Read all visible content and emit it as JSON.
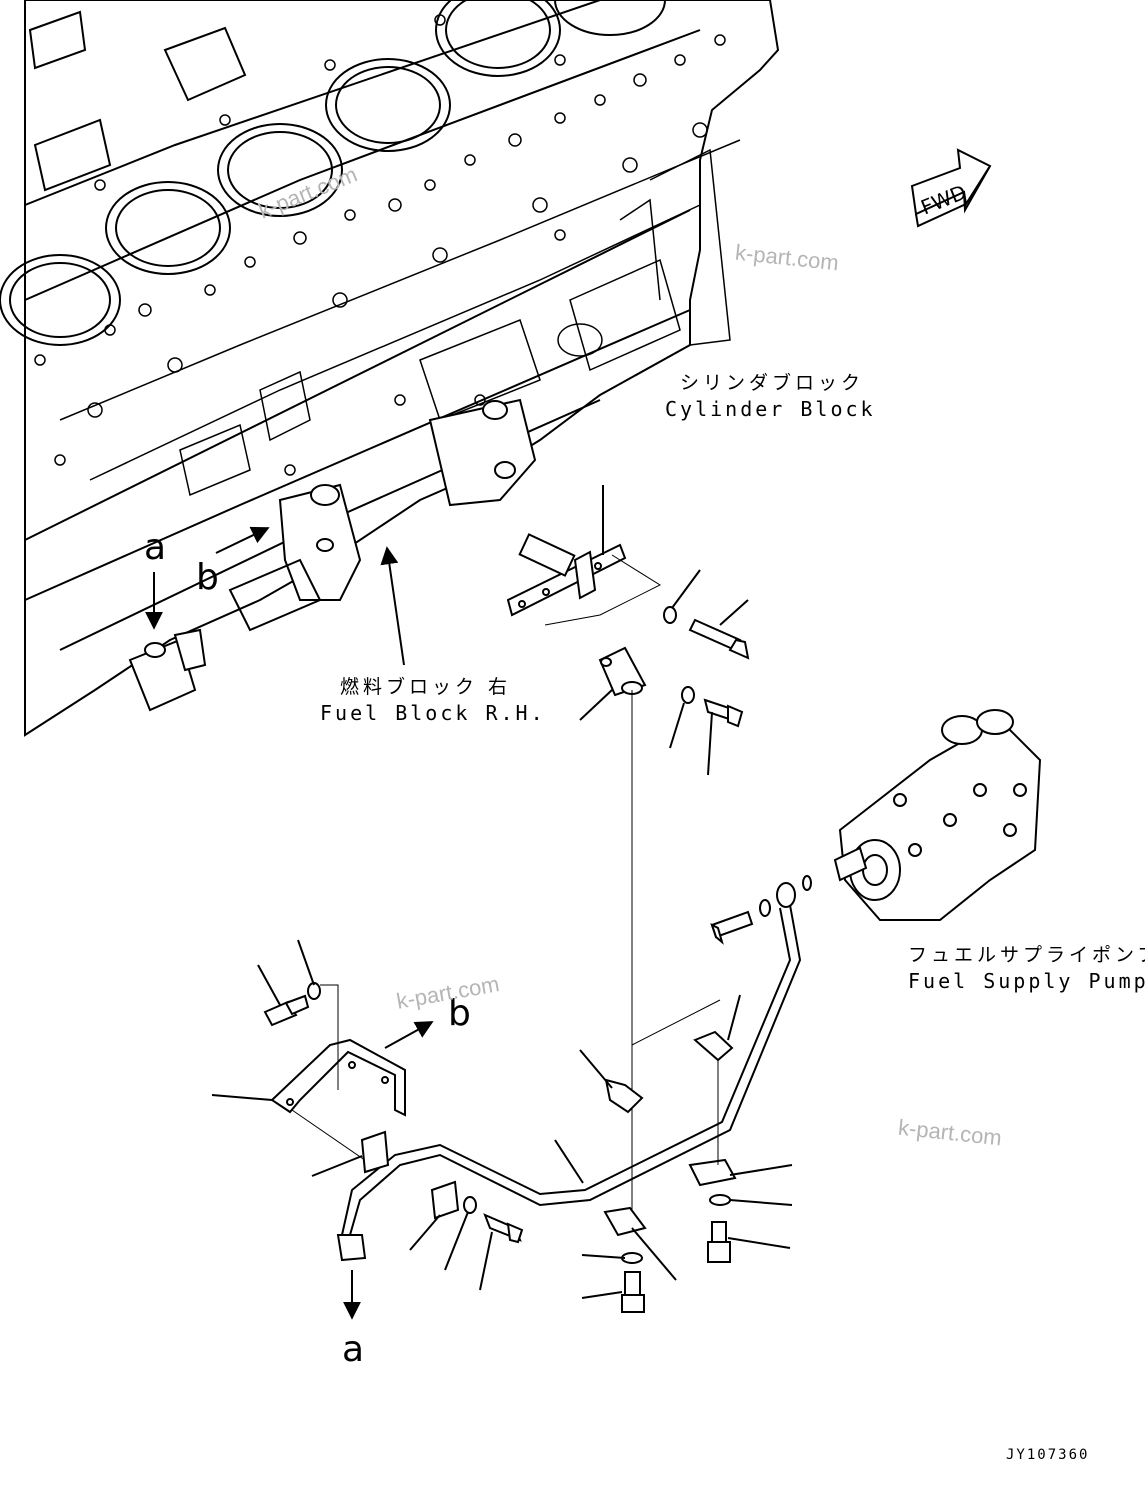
{
  "labels": {
    "cylinder_block_jp": "シリンダブロック",
    "cylinder_block_en": "Cylinder Block",
    "fuel_block_jp": "燃料ブロック 右",
    "fuel_block_en": "Fuel Block R.H.",
    "fuel_supply_pump_jp": "フュエルサプライポンプ",
    "fuel_supply_pump_en": "Fuel Supply Pump"
  },
  "markers": {
    "a_top": "a",
    "b_top": "b",
    "b_bracket": "b",
    "a_bottom": "a"
  },
  "direction_arrow": "FWD",
  "watermarks": [
    "k-part.com",
    "k-part.com",
    "k-part.com",
    "k-part.com"
  ],
  "drawing_code": "JY107360"
}
